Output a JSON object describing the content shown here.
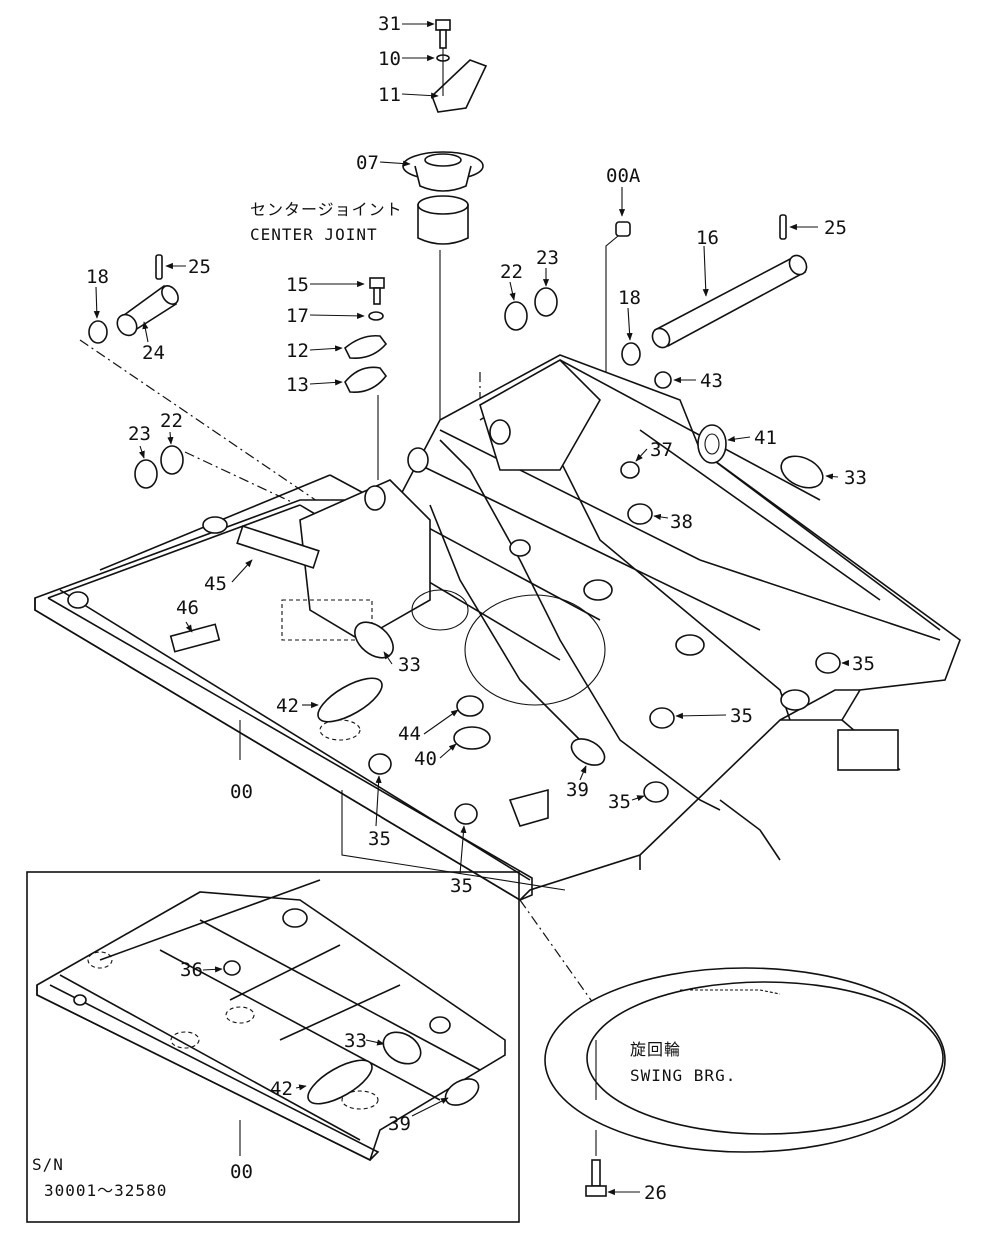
{
  "callouts": {
    "p31": "31",
    "p10": "10",
    "p11": "11",
    "p07": "07",
    "p00A": "00A",
    "p16": "16",
    "p25a": "25",
    "p25b": "25",
    "p18a": "18",
    "p24": "24",
    "p18b": "18",
    "p22a": "22",
    "p23a": "23",
    "p15": "15",
    "p17": "17",
    "p12": "12",
    "p13": "13",
    "p43": "43",
    "p23b": "23",
    "p22b": "22",
    "p41": "41",
    "p37": "37",
    "p33a": "33",
    "p38": "38",
    "p45": "45",
    "p46": "46",
    "p33b": "33",
    "p35a": "35",
    "p42a": "42",
    "p44": "44",
    "p40": "40",
    "p35b": "35",
    "p39a": "39",
    "p35c": "35",
    "p00a": "00",
    "p35d": "35",
    "p35e": "35",
    "p36": "36",
    "p33c": "33",
    "p42b": "42",
    "p39b": "39",
    "p00b": "00",
    "p26": "26"
  },
  "captions": {
    "center_joint_jp": "センタージョイント",
    "center_joint_en": "CENTER JOINT",
    "swing_brg_jp": "旋回輪",
    "swing_brg_en": "SWING BRG.",
    "serial_label": "S/N",
    "serial_range": "30001～32580"
  }
}
